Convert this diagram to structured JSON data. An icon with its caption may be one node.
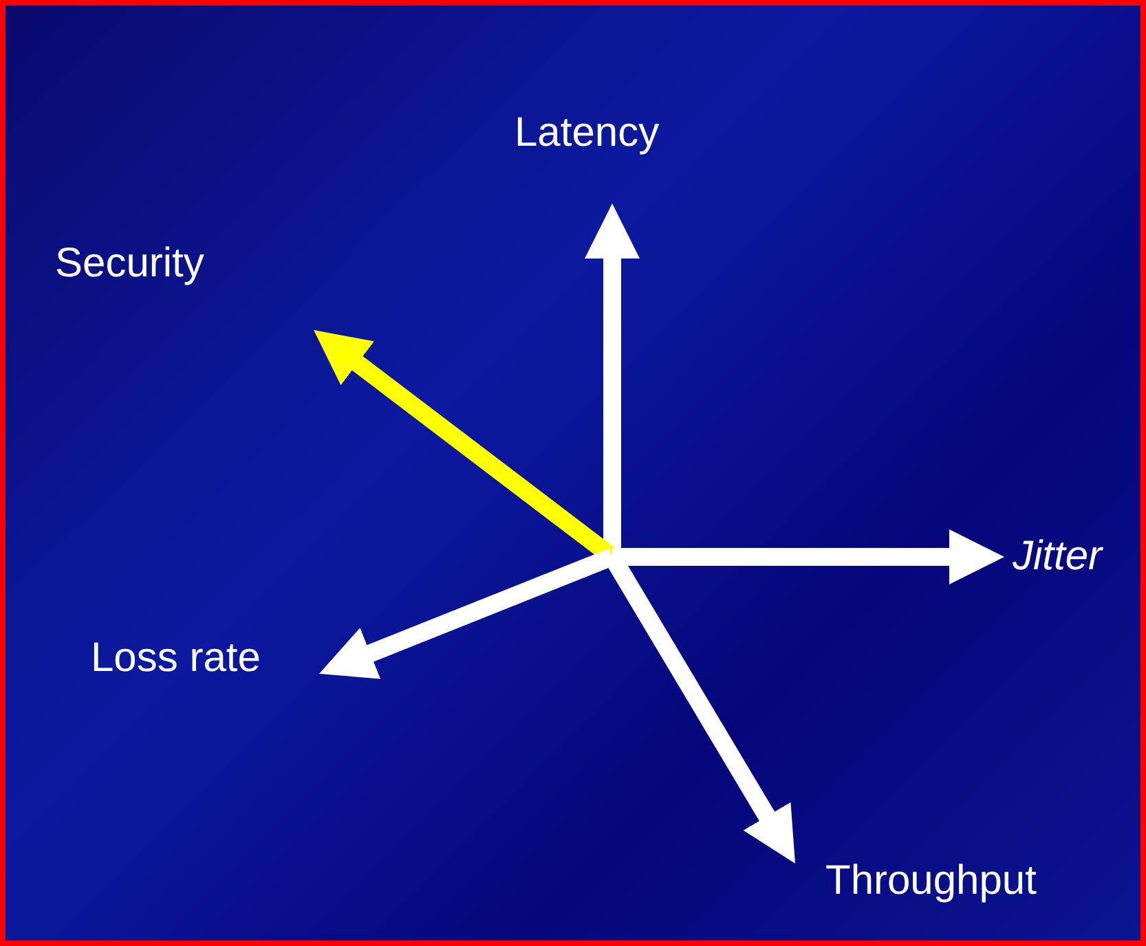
{
  "diagram": {
    "nodes": [
      {
        "text": [
          "Latency"
        ]
      },
      {
        "text": [
          "Security"
        ]
      },
      {
        "text": [
          "Jitter"
        ]
      },
      {
        "text": [
          "Loss rate"
        ]
      },
      {
        "text": [
          "Throughput"
        ]
      }
    ],
    "edges": [
      {
        "from": null,
        "to": 0,
        "arrow": "to"
      },
      {
        "from": null,
        "to": 1,
        "arrow": "to",
        "color": "#ffff00"
      },
      {
        "from": null,
        "to": 2,
        "arrow": "to"
      },
      {
        "from": null,
        "to": 3,
        "arrow": "to"
      },
      {
        "from": null,
        "to": 4,
        "arrow": "to"
      }
    ]
  }
}
